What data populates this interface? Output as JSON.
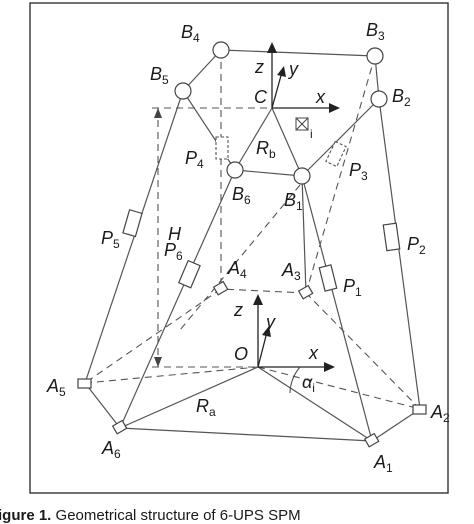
{
  "diagram": {
    "labels": {
      "B1": {
        "name": "B",
        "sub": "1"
      },
      "B2": {
        "name": "B",
        "sub": "2"
      },
      "B3": {
        "name": "B",
        "sub": "3"
      },
      "B4": {
        "name": "B",
        "sub": "4"
      },
      "B5": {
        "name": "B",
        "sub": "5"
      },
      "B6": {
        "name": "B",
        "sub": "6"
      },
      "A1": {
        "name": "A",
        "sub": "1"
      },
      "A2": {
        "name": "A",
        "sub": "2"
      },
      "A3": {
        "name": "A",
        "sub": "3"
      },
      "A4": {
        "name": "A",
        "sub": "4"
      },
      "A5": {
        "name": "A",
        "sub": "5"
      },
      "A6": {
        "name": "A",
        "sub": "6"
      },
      "P1": {
        "name": "P",
        "sub": "1"
      },
      "P2": {
        "name": "P",
        "sub": "2"
      },
      "P3": {
        "name": "P",
        "sub": "3"
      },
      "P4": {
        "name": "P",
        "sub": "4"
      },
      "P5": {
        "name": "P",
        "sub": "5"
      },
      "P6": {
        "name": "P",
        "sub": "6"
      },
      "C": "C",
      "O": "O",
      "H": "H",
      "Rb": {
        "name": "R",
        "sub": "b"
      },
      "Ra": {
        "name": "R",
        "sub": "a"
      },
      "alpha": {
        "name": "α",
        "sub": "i"
      },
      "beta": {
        "sub": "i"
      },
      "top_axes": {
        "z": "z",
        "y": "y",
        "x": "x"
      },
      "bottom_axes": {
        "z": "z",
        "y": "y",
        "x": "x"
      }
    },
    "caption": {
      "bold_part": "igure 1. ",
      "text_part": "Geometrical structure of 6-UPS SPM"
    }
  }
}
